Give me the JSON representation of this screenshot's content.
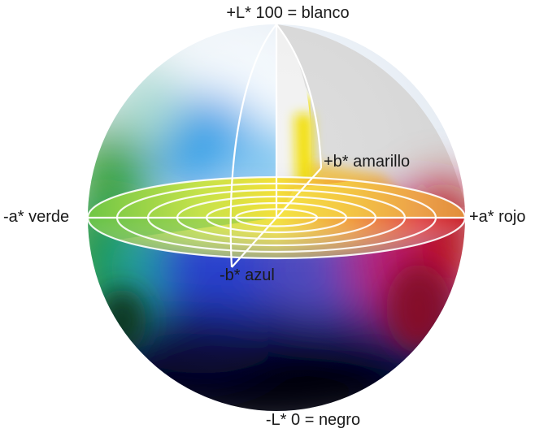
{
  "labels": {
    "white_pole": "+L* 100 = blanco",
    "black_pole": "-L* 0 = negro",
    "green_axis": "-a* verde",
    "red_axis": "+a* rojo",
    "yellow_axis": "+b* amarillo",
    "blue_axis": "-b* azul"
  },
  "colors": {
    "white": "#ffffff",
    "black": "#05050f",
    "green": "#2f9a2a",
    "red": "#b8101c",
    "yellow": "#f2e416",
    "blue": "#2040c8",
    "cyan": "#2fb0ee",
    "magenta": "#c01870",
    "cutaway_gray": "#dcdcdc",
    "grid_lines": "#ffffff"
  }
}
